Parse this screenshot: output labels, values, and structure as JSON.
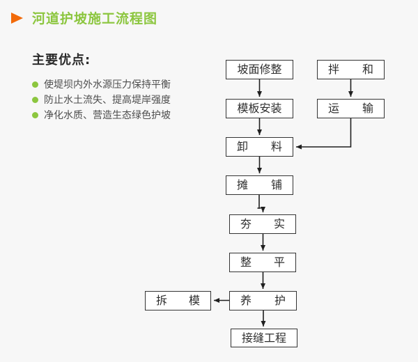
{
  "page": {
    "background": "#f7f7f7"
  },
  "palette": {
    "accent_green": "#8cc63f",
    "accent_orange": "#f26a0a",
    "box_border": "#333333",
    "box_fill": "#ffffff",
    "heading_text": "#2b2b2b",
    "body_text": "#4d4d4d",
    "connector": "#1f1f1f"
  },
  "header": {
    "title": "河道护坡施工流程图",
    "marker_icon": "right-pointing-triangle"
  },
  "advantages": {
    "heading": "主要优点:",
    "bullet_icon": "filled-circle",
    "items": [
      "使堤坝内外水源压力保持平衡",
      "防止水土流失、提高堤岸强度",
      "净化水质、营造生态绿色护坡"
    ]
  },
  "flowchart": {
    "nodes": {
      "slope_trimming": {
        "label": "坡面修整"
      },
      "mixing": {
        "label": "拌和"
      },
      "formwork_install": {
        "label": "模板安装"
      },
      "transport": {
        "label": "运输"
      },
      "unloading": {
        "label": "卸料"
      },
      "paving": {
        "label": "摊铺"
      },
      "compaction": {
        "label": "夯实"
      },
      "leveling": {
        "label": "整平"
      },
      "curing": {
        "label": "养护"
      },
      "formwork_removal": {
        "label": "拆模"
      },
      "joint_works": {
        "label": "接缝工程"
      }
    }
  }
}
